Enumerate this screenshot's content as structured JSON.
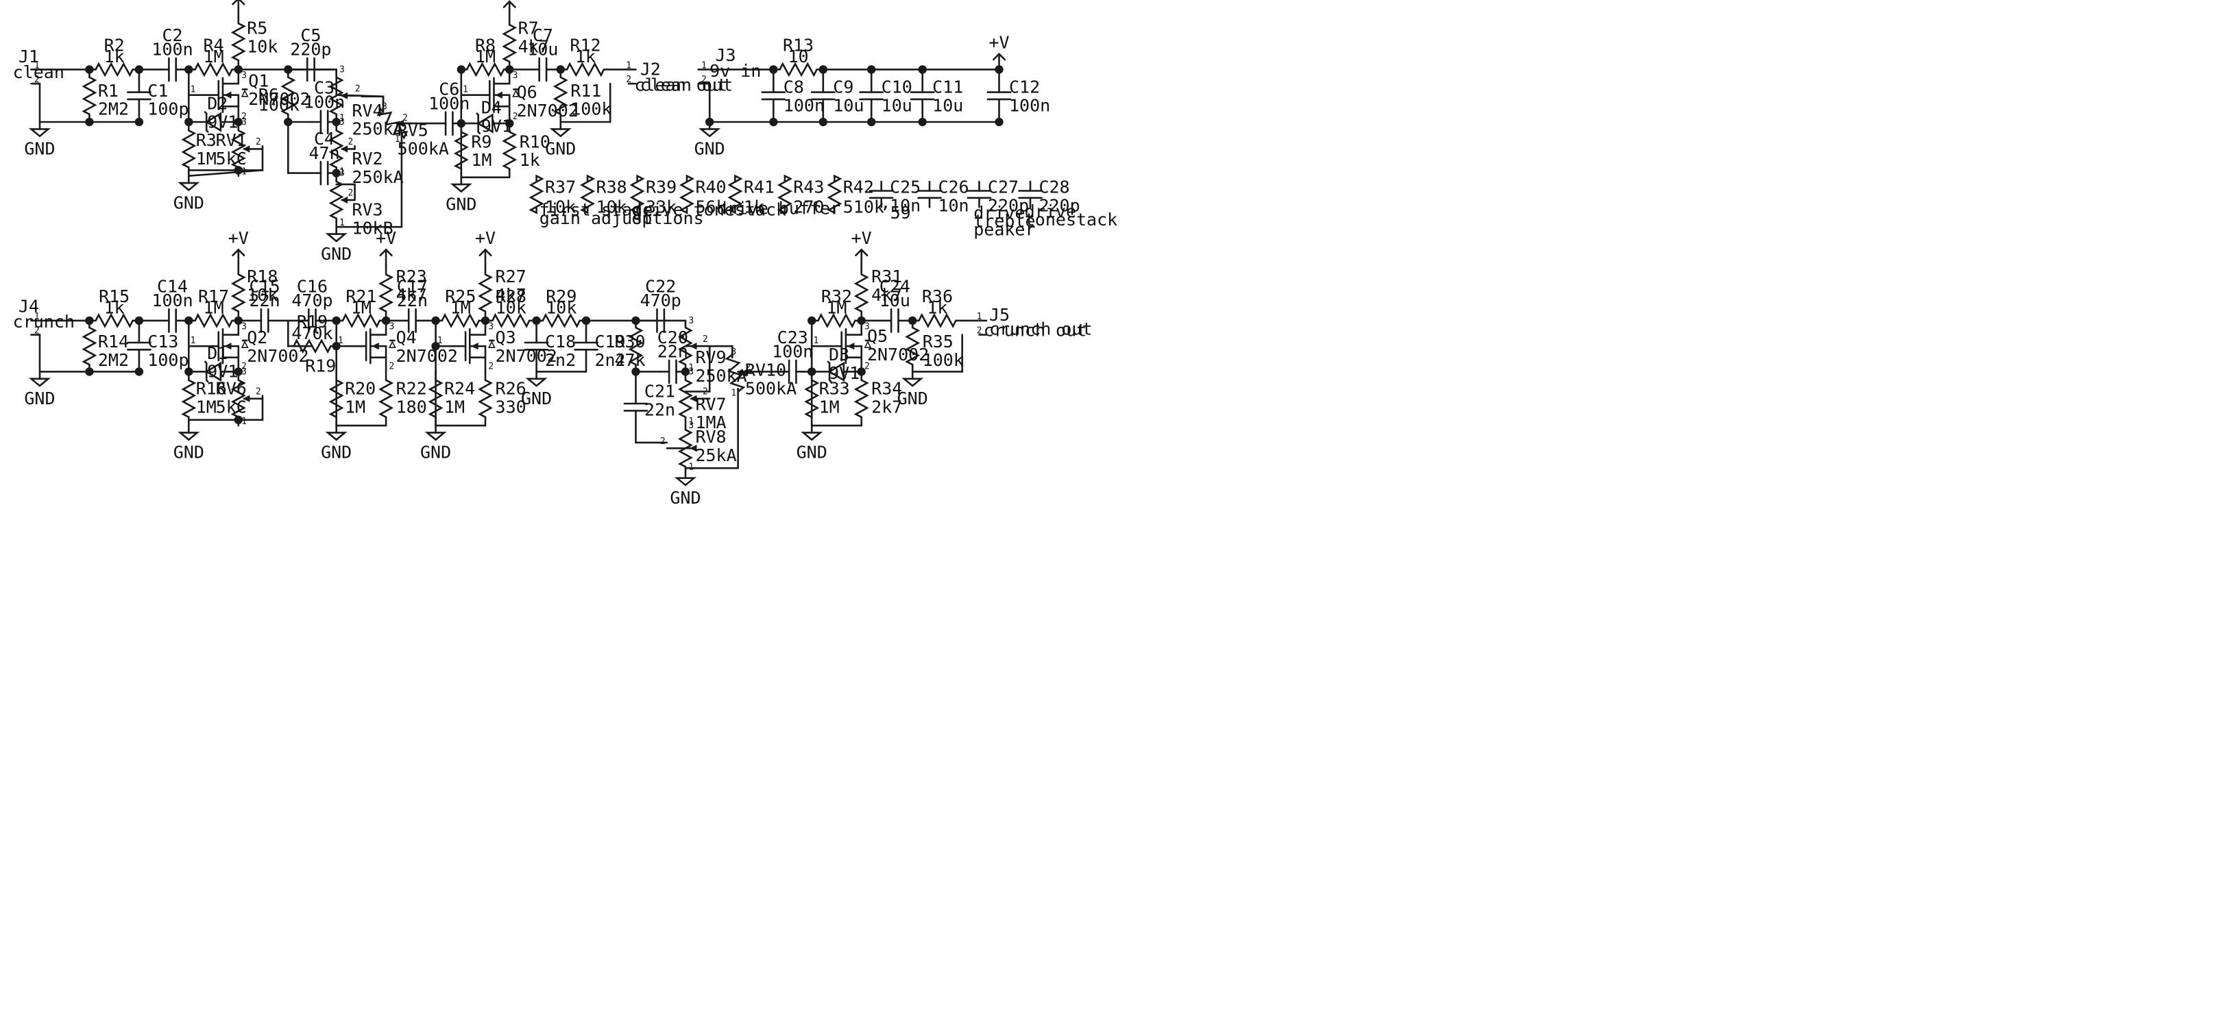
{
  "components": {
    "J1": {
      "ref": "J1",
      "val": "clean",
      "p1": "1",
      "p2": "2"
    },
    "J2": {
      "ref": "J2",
      "val": "clean out",
      "p1": "1",
      "p2": "2"
    },
    "J3": {
      "ref": "J3",
      "val": "9v in",
      "p1": "1",
      "p2": "2"
    },
    "J4": {
      "ref": "J4",
      "val": "crunch",
      "p1": "1",
      "p2": "2"
    },
    "J5": {
      "ref": "J5",
      "val": "crunch out",
      "p1": "1",
      "p2": "2"
    },
    "R1": {
      "ref": "R1",
      "val": "2M2"
    },
    "R2": {
      "ref": "R2",
      "val": "1k"
    },
    "R3": {
      "ref": "R3",
      "val": "1M"
    },
    "R4": {
      "ref": "R4",
      "val": "1M"
    },
    "R5": {
      "ref": "R5",
      "val": "10k"
    },
    "R6": {
      "ref": "R6",
      "val": "100k"
    },
    "R7": {
      "ref": "R7",
      "val": "4k7"
    },
    "R8": {
      "ref": "R8",
      "val": "1M"
    },
    "R9": {
      "ref": "R9",
      "val": "1M"
    },
    "R10": {
      "ref": "R10",
      "val": "1k"
    },
    "R11": {
      "ref": "R11",
      "val": "100k"
    },
    "R12": {
      "ref": "R12",
      "val": "1k"
    },
    "R13": {
      "ref": "R13",
      "val": "10"
    },
    "R14": {
      "ref": "R14",
      "val": "2M2"
    },
    "R15": {
      "ref": "R15",
      "val": "1k"
    },
    "R16": {
      "ref": "R16",
      "val": "1M"
    },
    "R17": {
      "ref": "R17",
      "val": "1M"
    },
    "R18": {
      "ref": "R18",
      "val": "10k"
    },
    "R19": {
      "ref": "R19",
      "val": "470k"
    },
    "R20": {
      "ref": "R20",
      "val": "1M"
    },
    "R21": {
      "ref": "R21",
      "val": "1M"
    },
    "R22": {
      "ref": "R22",
      "val": "180"
    },
    "R23": {
      "ref": "R23",
      "val": "4k7"
    },
    "R24": {
      "ref": "R24",
      "val": "1M"
    },
    "R25": {
      "ref": "R25",
      "val": "1M"
    },
    "R26": {
      "ref": "R26",
      "val": "330"
    },
    "R27": {
      "ref": "R27",
      "val": "4k7"
    },
    "R28": {
      "ref": "R28",
      "val": "10k"
    },
    "R29": {
      "ref": "R29",
      "val": "10k"
    },
    "R30": {
      "ref": "R30",
      "val": "47k"
    },
    "R31": {
      "ref": "R31",
      "val": "4k7"
    },
    "R32": {
      "ref": "R32",
      "val": "1M"
    },
    "R33": {
      "ref": "R33",
      "val": "1M"
    },
    "R34": {
      "ref": "R34",
      "val": "2k7"
    },
    "R35": {
      "ref": "R35",
      "val": "100k"
    },
    "R36": {
      "ref": "R36",
      "val": "1k"
    },
    "R37": {
      "ref": "R37",
      "val": "10k"
    },
    "R38": {
      "ref": "R38",
      "val": "10k"
    },
    "R39": {
      "ref": "R39",
      "val": "33k"
    },
    "R40": {
      "ref": "R40",
      "val": "56k"
    },
    "R41": {
      "ref": "R41",
      "val": "1k"
    },
    "R42": {
      "ref": "R42",
      "val": "510k"
    },
    "R43": {
      "ref": "R43",
      "val": "270"
    },
    "C1": {
      "ref": "C1",
      "val": "100p"
    },
    "C2": {
      "ref": "C2",
      "val": "100n"
    },
    "C3": {
      "ref": "C3",
      "val": "100n"
    },
    "C4": {
      "ref": "C4",
      "val": "47n"
    },
    "C5": {
      "ref": "C5",
      "val": "220p"
    },
    "C6": {
      "ref": "C6",
      "val": "100n"
    },
    "C7": {
      "ref": "C7",
      "val": "10u"
    },
    "C8": {
      "ref": "C8",
      "val": "100n"
    },
    "C9": {
      "ref": "C9",
      "val": "10u"
    },
    "C10": {
      "ref": "C10",
      "val": "10u"
    },
    "C11": {
      "ref": "C11",
      "val": "10u"
    },
    "C12": {
      "ref": "C12",
      "val": "100n"
    },
    "C13": {
      "ref": "C13",
      "val": "100p"
    },
    "C14": {
      "ref": "C14",
      "val": "100n"
    },
    "C15": {
      "ref": "C15",
      "val": "22n"
    },
    "C16": {
      "ref": "C16",
      "val": "470p"
    },
    "C17": {
      "ref": "C17",
      "val": "22n"
    },
    "C18": {
      "ref": "C18",
      "val": "2n2"
    },
    "C19": {
      "ref": "C19",
      "val": "2n2"
    },
    "C20": {
      "ref": "C20",
      "val": "22n"
    },
    "C21": {
      "ref": "C21",
      "val": "22n"
    },
    "C22": {
      "ref": "C22",
      "val": "470p"
    },
    "C23": {
      "ref": "C23",
      "val": "100n"
    },
    "C24": {
      "ref": "C24",
      "val": "10u"
    },
    "C25": {
      "ref": "C25",
      "val": "10n"
    },
    "C26": {
      "ref": "C26",
      "val": "10n"
    },
    "C27": {
      "ref": "C27",
      "val": "220p"
    },
    "C28": {
      "ref": "C28",
      "val": "220p"
    },
    "D1": {
      "ref": "D1",
      "val": "9V1"
    },
    "D2": {
      "ref": "D2",
      "val": "9V1"
    },
    "D3": {
      "ref": "D3",
      "val": "9V1"
    },
    "D4": {
      "ref": "D4",
      "val": "9V1"
    },
    "Q1": {
      "ref": "Q1",
      "val": "2N7002"
    },
    "Q2": {
      "ref": "Q2",
      "val": "2N7002"
    },
    "Q3": {
      "ref": "Q3",
      "val": "2N7002"
    },
    "Q4": {
      "ref": "Q4",
      "val": "2N7002"
    },
    "Q5": {
      "ref": "Q5",
      "val": "2N7002"
    },
    "Q6": {
      "ref": "Q6",
      "val": "2N7002"
    },
    "RV1": {
      "ref": "RV1",
      "val": "5kC"
    },
    "RV2": {
      "ref": "RV2",
      "val": "250kA"
    },
    "RV3": {
      "ref": "RV3",
      "val": "10kB"
    },
    "RV4": {
      "ref": "RV4",
      "val": "250kA"
    },
    "RV5": {
      "ref": "RV5",
      "val": "500kA"
    },
    "RV6": {
      "ref": "RV6",
      "val": "5kC"
    },
    "RV7": {
      "ref": "RV7",
      "val": "1MA"
    },
    "RV8": {
      "ref": "RV8",
      "val": "25kA"
    },
    "RV9": {
      "ref": "RV9",
      "val": "250kA"
    },
    "RV10": {
      "ref": "RV10",
      "val": "500kA"
    }
  },
  "power": {
    "vcc": "+V",
    "gnd": "GND"
  },
  "pins": {
    "one": "1",
    "two": "2",
    "three": "3"
  },
  "notes": {
    "gain1": "first stage",
    "gain2": "gain adjust",
    "opt1": "drive tonestack",
    "opt2": "options",
    "buffer": "drive buffer",
    "fifty_nine": "’59",
    "treble1": "drive",
    "treble2": "treble",
    "treble3": "peaker",
    "tone1": "drive",
    "tone2": "tonestack"
  },
  "colors": {
    "wire": "#1a1a1a",
    "junction": "#1a1a1a",
    "text": "#111111",
    "background": "#ffffff"
  }
}
